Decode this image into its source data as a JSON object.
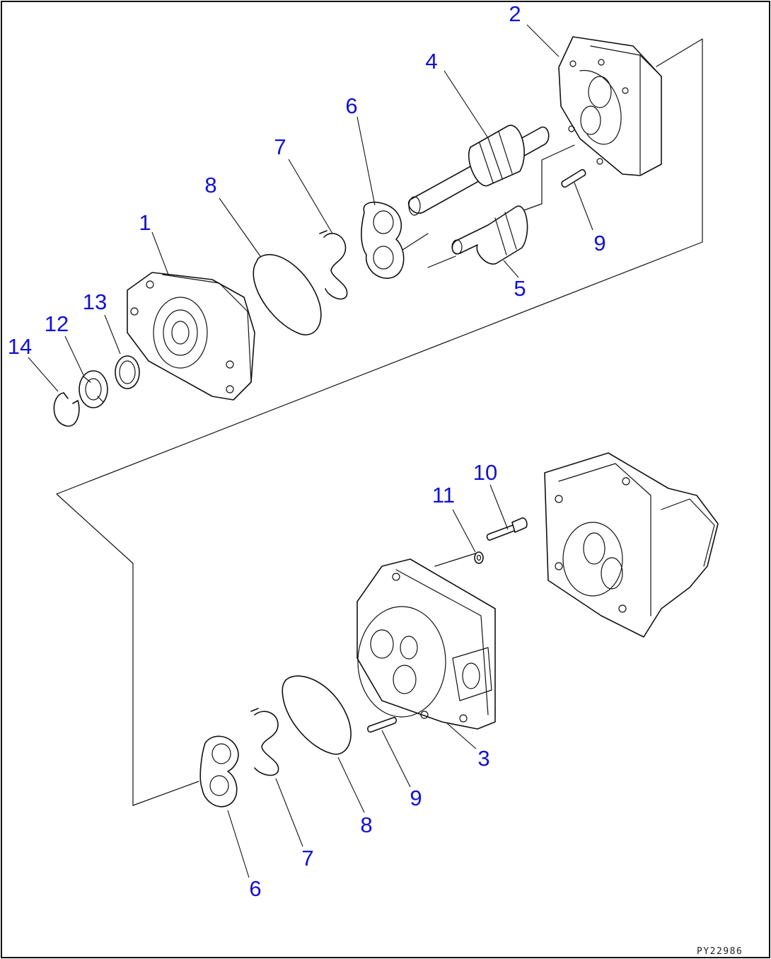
{
  "drawing_code": "PY22986",
  "callouts": {
    "c1": "1",
    "c2": "2",
    "c3": "3",
    "c4": "4",
    "c5": "5",
    "c6_top": "6",
    "c6_bottom": "6",
    "c7_top": "7",
    "c7_bottom": "7",
    "c8_top": "8",
    "c8_bottom": "8",
    "c9_top": "9",
    "c9_bottom": "9",
    "c10": "10",
    "c11": "11",
    "c12": "12",
    "c13": "13",
    "c14": "14"
  },
  "colors": {
    "callout": "#1010d8",
    "line": "#111111",
    "background": "#ffffff"
  }
}
